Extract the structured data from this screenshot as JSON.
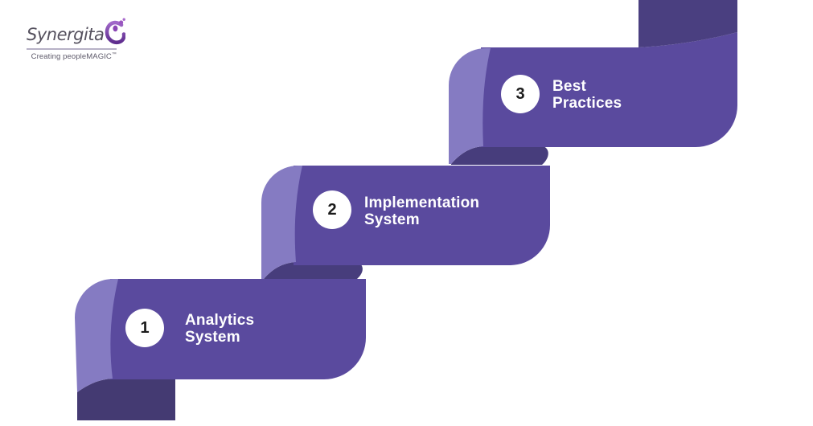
{
  "logo": {
    "brand": "Synergita",
    "tagline": "Creating peopleMAGIC",
    "trademark": "™"
  },
  "steps": [
    {
      "number": "1",
      "title_line1": "Analytics",
      "title_line2": "System"
    },
    {
      "number": "2",
      "title_line1": "Implementation",
      "title_line2": "System"
    },
    {
      "number": "3",
      "title_line1": "Best",
      "title_line2": "Practices"
    }
  ],
  "colors": {
    "background": "#ffffff",
    "band": "#5a4a9e",
    "fold": "#857bc2",
    "fold_shadow": "#473d7c",
    "tail": "#443a72",
    "top_strip": "#4a3f80",
    "circle_bg": "#ffffff",
    "number_color": "#1b1b1b",
    "title_color": "#ffffff",
    "logo_text": "#55515e",
    "logo_swirl_top": "#a169c9",
    "logo_swirl_bottom": "#5e2d8e"
  }
}
